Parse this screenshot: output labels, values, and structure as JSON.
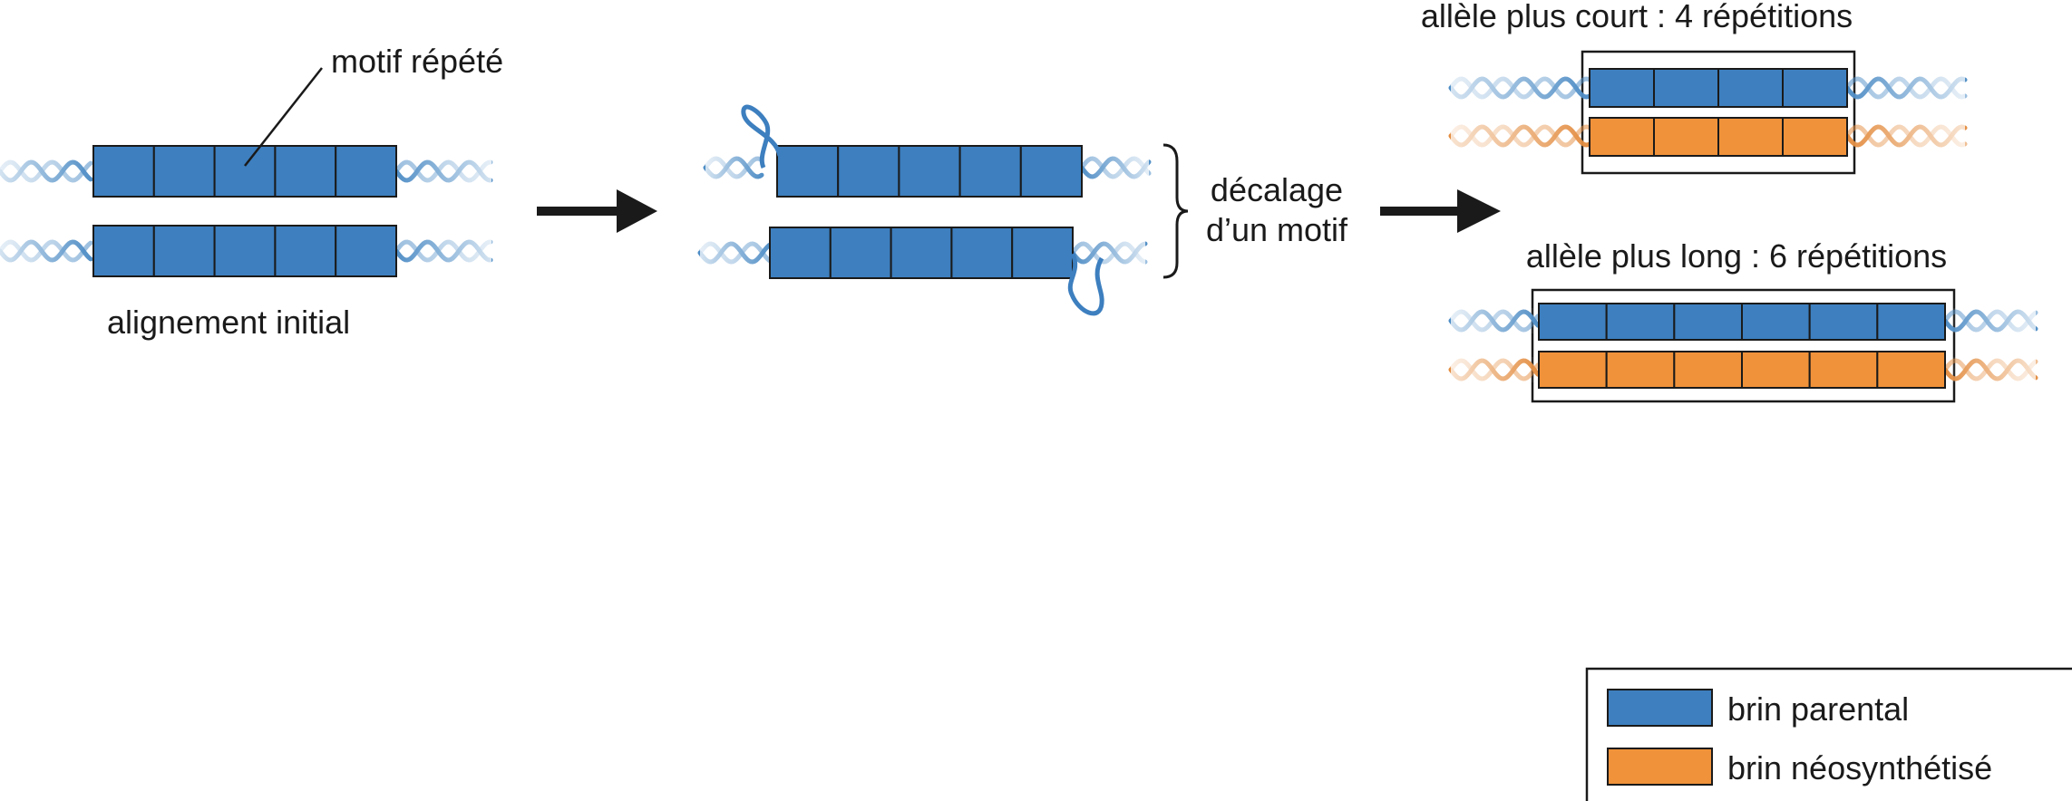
{
  "colors": {
    "parental": "#3d7fbf",
    "neo": "#f0923a",
    "helix_blue": "#4a8ac4",
    "helix_orange": "#e38a3c",
    "outline": "#1a1a1a"
  },
  "labels": {
    "motif_repete": "motif répété",
    "alignement_initial": "alignement initial",
    "decalage_line1": "décalage",
    "decalage_line2": "d’un motif",
    "allele_court": "allèle plus court : 4 répétitions",
    "allele_long": "allèle plus long : 6 répétitions"
  },
  "repeat_counts": {
    "initial": 5,
    "slipped": 5,
    "short_allele": 4,
    "long_allele": 6
  },
  "legend": {
    "items": [
      {
        "label": "brin parental",
        "color": "#3d7fbf"
      },
      {
        "label": "brin néosynthétisé",
        "color": "#f0923a"
      }
    ]
  }
}
